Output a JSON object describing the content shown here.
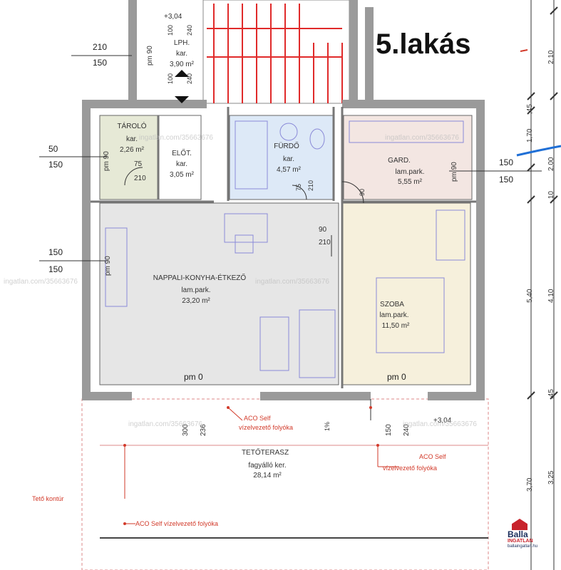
{
  "title": "5.lakás",
  "colors": {
    "wall": "#9a9a9a",
    "living": "#e6e6e6",
    "bath": "#dde9f7",
    "storage": "#e6e9d6",
    "wardrobe": "#f3e6e2",
    "bedroom": "#f6f0dc",
    "stair": "#e02a2a",
    "annotation": "#d23a2a",
    "blue_line": "#1f6fd6"
  },
  "rooms": {
    "lph": {
      "name": "LPH.",
      "floor": "kar.",
      "area": "3,90 m²",
      "level": "+3,04"
    },
    "tarolo": {
      "name": "TÁROLÓ",
      "floor": "kar.",
      "area": "2,26 m²"
    },
    "elot": {
      "name": "ELŐT.",
      "floor": "kar.",
      "area": "3,05 m²"
    },
    "furdo": {
      "name": "FÜRDŐ",
      "floor": "kar.",
      "area": "4,57 m²"
    },
    "gard": {
      "name": "GARD.",
      "floor": "lam.park.",
      "area": "5,55 m²"
    },
    "nappali": {
      "name": "NAPPALI-KONYHA-ÉTKEZŐ",
      "floor": "lam.park.",
      "area": "23,20 m²"
    },
    "szoba": {
      "name": "SZOBA",
      "floor": "lam.park.",
      "area": "11,50 m²"
    },
    "terasz": {
      "name": "TETŐTERASZ",
      "floor": "fagyálló ker.",
      "area": "28,14 m²"
    }
  },
  "left_dims": [
    {
      "top": "210",
      "bottom": "150"
    },
    {
      "top": "50",
      "bottom": "150"
    },
    {
      "top": "150",
      "bottom": "150"
    }
  ],
  "right_dims": {
    "top": "150",
    "bottom": "150"
  },
  "vertical_dims": [
    "2,10",
    ",45",
    "1,70",
    "2,00",
    ",10",
    "5,40",
    "4,10",
    ",45",
    "3,70",
    "3,25"
  ],
  "door_labels": {
    "tarolo_pm": "pm 90",
    "tarolo_w": "75",
    "tarolo_h": "210",
    "lph_pm": "pm 90",
    "furdo_w": "75",
    "furdo_h": "210",
    "living_door_w": "90",
    "living_door_h": "210",
    "gard_w": "90",
    "gard_pm": "pm 90",
    "living_pm": "pm 90",
    "living_pm0": "pm 0",
    "szoba_pm0": "pm 0",
    "terrace_door_1": "300",
    "terrace_door_1b": "236",
    "terrace_door_2": "150",
    "terrace_door_2b": "240",
    "terrace_level": "+3,04",
    "stair_dims": [
      "100",
      "240"
    ],
    "stair_dims_bottom": [
      "100",
      "240"
    ]
  },
  "annotations": {
    "aco_1": "ACO Self",
    "aco_1b": "vízelvezető folyóka",
    "aco_2": "ACO Self",
    "aco_2b": "vízelvezető folyóka",
    "aco_3": "ACO Self vízelvezető folyóka",
    "teto_kontur": "Tető kontúr",
    "slope": "1%"
  },
  "watermark": "ingatlan.com/35663676",
  "logo": {
    "name": "Balla",
    "sub": "INGATLAN",
    "url": "ballaingatlan.hu"
  }
}
